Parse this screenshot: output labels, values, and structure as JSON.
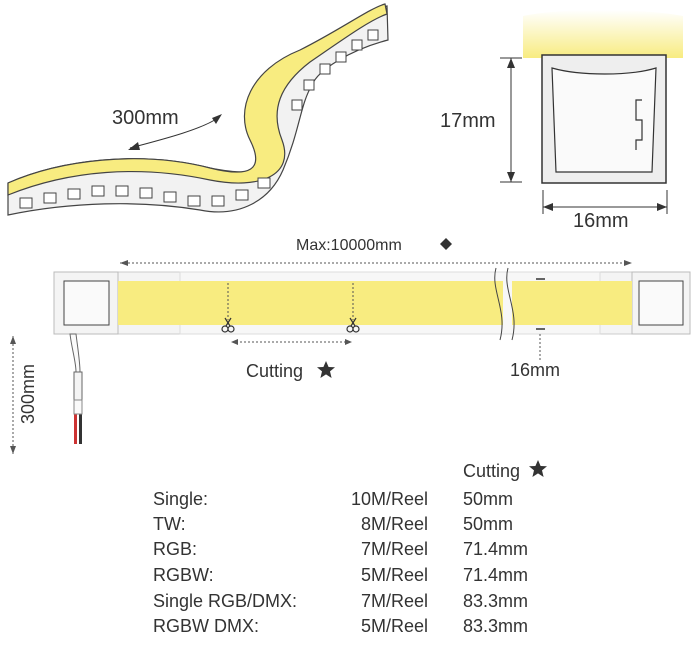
{
  "dimensions": {
    "bend_length": "300mm",
    "profile_height": "17mm",
    "profile_width": "16mm",
    "max_length": "Max:10000mm",
    "cutting_label": "Cutting",
    "strip_width": "16mm",
    "lead_length": "300mm"
  },
  "spec_table": {
    "cutting_header": "Cutting",
    "rows": [
      {
        "name": "Single:",
        "length": "10M/Reel",
        "cutting": "50mm"
      },
      {
        "name": "TW:",
        "length": "8M/Reel",
        "cutting": "50mm"
      },
      {
        "name": "RGB:",
        "length": "7M/Reel",
        "cutting": "71.4mm"
      },
      {
        "name": "RGBW:",
        "length": "5M/Reel",
        "cutting": "71.4mm"
      },
      {
        "name": "Single RGB/DMX:",
        "length": "7M/Reel",
        "cutting": "83.3mm"
      },
      {
        "name": "RGBW DMX:",
        "length": "5M/Reel",
        "cutting": "83.3mm"
      }
    ]
  },
  "colors": {
    "led_yellow": "#f8ec80",
    "strip_light_yellow": "#fbf0b0",
    "line": "#333333",
    "housing": "#eeeeee"
  }
}
